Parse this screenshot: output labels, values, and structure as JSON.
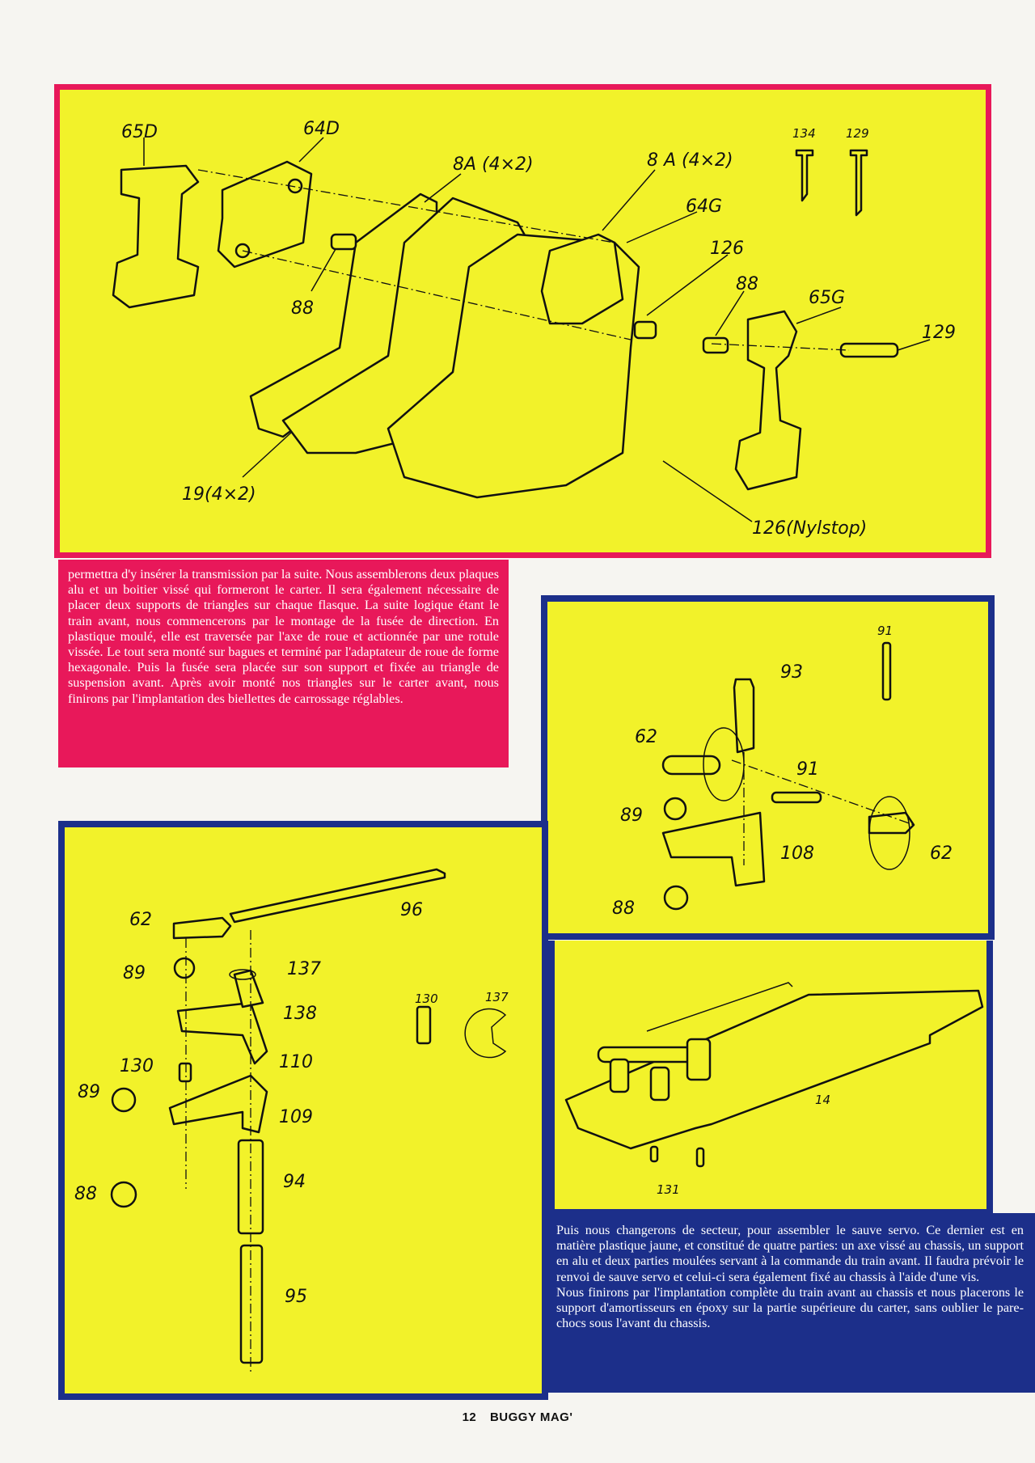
{
  "top_diagram": {
    "labels": [
      "65D",
      "64D",
      "8A (4×2)",
      "8 A (4×2)",
      "134",
      "129",
      "64G",
      "126",
      "88",
      "88",
      "65G",
      "129",
      "19(4×2)",
      "126(Nylstop)"
    ]
  },
  "pink_text": "permettra d'y insérer la transmission par la suite. Nous assemblerons deux plaques alu et un boitier vissé qui formeront le carter. Il sera également nécessaire de placer deux supports de triangles sur chaque flasque. La suite logique étant le train avant, nous commencerons par le montage de la fusée de direction. En plastique moulé, elle est traversée par l'axe de roue et actionnée par une rotule vissée. Le tout sera monté sur bagues et terminé par l'adaptateur de roue de forme hexagonale. Puis la fusée sera placée sur son support et fixée au triangle de suspension avant. Après avoir monté nos triangles sur le carter avant, nous finirons par l'implantation des biellettes de carrossage réglables.",
  "right_upper_diagram": {
    "labels": [
      "91",
      "93",
      "62",
      "91",
      "89",
      "108",
      "62",
      "88"
    ]
  },
  "right_lower_diagram": {
    "labels": [
      "14",
      "131"
    ]
  },
  "left_lower_diagram": {
    "labels": [
      "62",
      "96",
      "89",
      "137",
      "138",
      "130",
      "137",
      "110",
      "130",
      "89",
      "109",
      "94",
      "88",
      "95"
    ]
  },
  "blue_text": {
    "paragraph1": "Puis nous changerons de secteur, pour assembler le sauve servo. Ce dernier est en matière plastique jaune, et constitué de quatre parties: un axe vissé au chassis, un support en alu et deux parties moulées servant à la commande du train avant. Il faudra prévoir le renvoi de sauve servo et celui-ci sera également fixé au chassis à l'aide d'une vis.",
    "paragraph2": "Nous finirons par l'implantation complète du train avant au chassis et nous placerons le support d'amortisseurs en époxy sur la partie supérieure du carter, sans oublier le pare-chocs sous l'avant du chassis."
  },
  "footer": {
    "page_number": "12",
    "magazine": "BUGGY MAG'"
  },
  "colors": {
    "yellow": "#f2f22a",
    "magenta": "#e8185a",
    "blue": "#1c2f8a",
    "paper": "#f6f5f1"
  }
}
